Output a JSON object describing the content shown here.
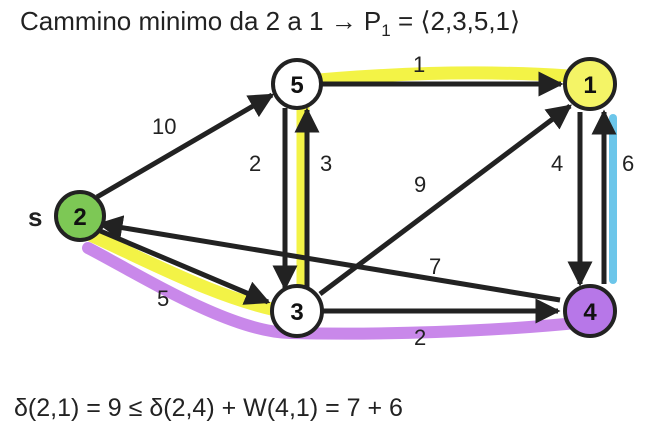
{
  "title": {
    "prefix": "Cammino minimo da 2 a 1 ",
    "arrow": "→",
    "p": " P",
    "sub": "1",
    "path": " = ⟨2,3,5,1⟩"
  },
  "source_label": "s",
  "nodes": [
    {
      "id": "2",
      "label": "2",
      "fill": "#7dc855"
    },
    {
      "id": "5",
      "label": "5",
      "fill": "#ffffff"
    },
    {
      "id": "1",
      "label": "1",
      "fill": "#f4f466"
    },
    {
      "id": "3",
      "label": "3",
      "fill": "#ffffff"
    },
    {
      "id": "4",
      "label": "4",
      "fill": "#b777e8"
    }
  ],
  "edges": [
    {
      "from": "2",
      "to": "5",
      "weight": "10"
    },
    {
      "from": "5",
      "to": "1",
      "weight": "1"
    },
    {
      "from": "5",
      "to": "3",
      "weight": "2"
    },
    {
      "from": "3",
      "to": "5",
      "weight": "3"
    },
    {
      "from": "3",
      "to": "1",
      "weight": "9"
    },
    {
      "from": "1",
      "to": "4",
      "weight": "4"
    },
    {
      "from": "4",
      "to": "1",
      "weight": "6"
    },
    {
      "from": "4",
      "to": "2",
      "weight": "7"
    },
    {
      "from": "2",
      "to": "3",
      "weight": "5"
    },
    {
      "from": "3",
      "to": "4",
      "weight": "2"
    }
  ],
  "highlight_colors": {
    "shortest_path": "#f2f232",
    "path_to_4": "#c37be8",
    "edge_4_1": "#5cc0e8"
  },
  "formula": "δ(2,1) = 9 ≤ δ(2,4) + W(4,1) = 7 + 6"
}
